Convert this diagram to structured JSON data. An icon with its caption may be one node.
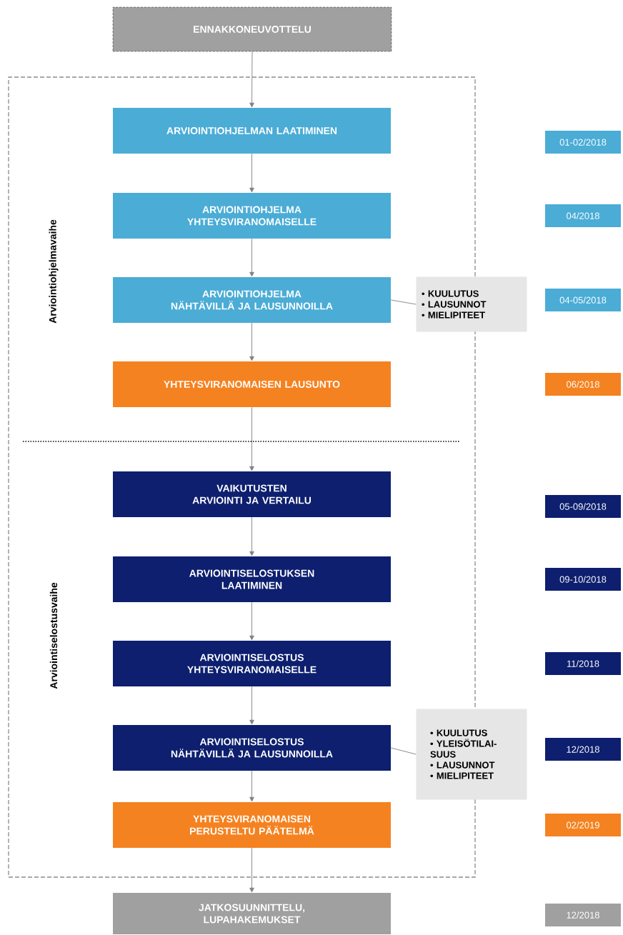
{
  "diagram": {
    "nodes": [
      {
        "text": [
          "ENNAKKONEUVOTTELU"
        ]
      },
      {
        "text": [
          "Arviointiohjelmavaihe",
          "Arviointiselostusvaihe"
        ]
      },
      {
        "text": [
          "ARVIOINTIOHJELMAN LAATIMINEN"
        ],
        "in": 1
      },
      {
        "text": [
          "ARVIOINTIOHJELMA YHTEYSVIRANOMAISELLE"
        ],
        "in": 1
      },
      {
        "text": [
          "ARVIOINTIOHJELMA NÄHTÄVILLÄ JA LAUSUNNOILLA"
        ],
        "in": 1
      },
      {
        "text": [
          "• KUULUTUS",
          "• LAUSUNNOT",
          "• MIELIPITEET"
        ]
      },
      {
        "text": [
          "YHTEYSVIRANOMAISEN LAUSUNTO"
        ],
        "in": 1
      },
      {
        "text": [
          "VAIKUTUSTEN ARVIOINTI JA VERTAILU"
        ],
        "in": 1
      },
      {
        "text": [
          "ARVIOINTISELOSTUKSEN LAATIMINEN"
        ],
        "in": 1
      },
      {
        "text": [
          "ARVIOINTISELOSTUS YHTEYSVIRANOMAISELLE"
        ],
        "in": 1
      },
      {
        "text": [
          "ARVIOINTISELOSTUS NÄHTÄVILLÄ JA LAUSUNNOILLA"
        ],
        "in": 1
      },
      {
        "text": [
          "• KUULUTUS",
          "• YLEISÖTILAI- SUUS",
          "• LAUSUNNOT",
          "• MIELIPITEET"
        ]
      },
      {
        "text": [
          "YHTEYSVIRANOMAISEN PERUSTELTU PÄÄTELMÄ"
        ],
        "in": 1
      },
      {
        "text": [
          "JATKOSUUNNITTELU, LUPAHAKEMUKSET"
        ]
      },
      {
        "text": [
          "01-02/2018"
        ]
      },
      {
        "text": [
          "04/2018"
        ]
      },
      {
        "text": [
          "04-05/2018"
        ]
      },
      {
        "text": [
          "06/2018"
        ]
      },
      {
        "text": [
          "05-09/2018"
        ]
      },
      {
        "text": [
          "09-10/2018"
        ]
      },
      {
        "text": [
          "11/2018"
        ]
      },
      {
        "text": [
          "12/2018"
        ]
      },
      {
        "text": [
          "02/2019"
        ]
      },
      {
        "text": [
          "12/2018"
        ]
      }
    ],
    "edges": [
      {
        "from": 0,
        "to": 2,
        "arrow": "to"
      },
      {
        "from": 2,
        "to": 3,
        "arrow": "to"
      },
      {
        "from": 3,
        "to": 4,
        "arrow": "to"
      },
      {
        "from": 4,
        "to": 5,
        "arrow": "none"
      },
      {
        "from": 4,
        "to": 6,
        "arrow": "to"
      },
      {
        "from": 6,
        "to": 7,
        "arrow": "to"
      },
      {
        "from": 7,
        "to": 8,
        "arrow": "to"
      },
      {
        "from": 8,
        "to": 9,
        "arrow": "to"
      },
      {
        "from": 9,
        "to": 10,
        "arrow": "to"
      },
      {
        "from": 10,
        "to": 11,
        "arrow": "none"
      },
      {
        "from": 10,
        "to": 12,
        "arrow": "to"
      },
      {
        "from": 12,
        "to": 13,
        "arrow": "to"
      }
    ]
  }
}
